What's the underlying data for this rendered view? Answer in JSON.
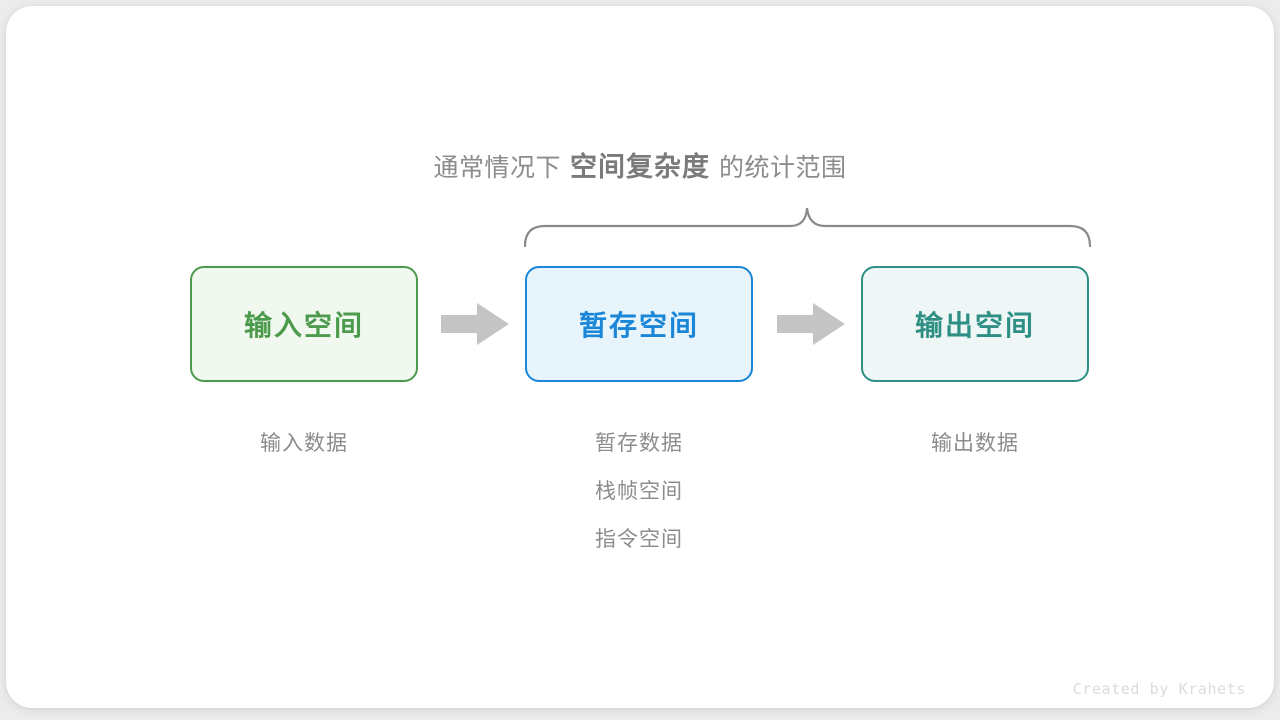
{
  "canvas": {
    "background": "#ececec",
    "card_background": "#ffffff"
  },
  "heading": {
    "prefix": "通常情况下",
    "emphasis": "空间复杂度",
    "suffix": "的统计范围",
    "color": "#8c8c8c"
  },
  "brace": {
    "name": "statistical-scope-brace",
    "color": "#8a8a8a",
    "spans": [
      "暂存空间",
      "输出空间"
    ]
  },
  "boxes": [
    {
      "id": "input",
      "label": "输入空间",
      "fill": "#f1f8f0",
      "stroke": "#4c9a4c",
      "text_color": "#4c9a4c"
    },
    {
      "id": "temp",
      "label": "暂存空间",
      "fill": "#e8f4fc",
      "stroke": "#1a86d8",
      "text_color": "#1a86d8"
    },
    {
      "id": "output",
      "label": "输出空间",
      "fill": "#eef7f5",
      "stroke": "#2f8f85",
      "text_color": "#2f8f85"
    }
  ],
  "arrows": [
    {
      "id": "arrow-1",
      "direction": "right",
      "color": "#c4c4c4"
    },
    {
      "id": "arrow-2",
      "direction": "right",
      "color": "#c4c4c4"
    }
  ],
  "captions": {
    "input": [
      "输入数据"
    ],
    "temp": [
      "暂存数据",
      "栈帧空间",
      "指令空间"
    ],
    "output": [
      "输出数据"
    ],
    "color": "#8c8c8c"
  },
  "watermark": {
    "text": "Created by Krahets",
    "color": "#dcdcdc"
  }
}
